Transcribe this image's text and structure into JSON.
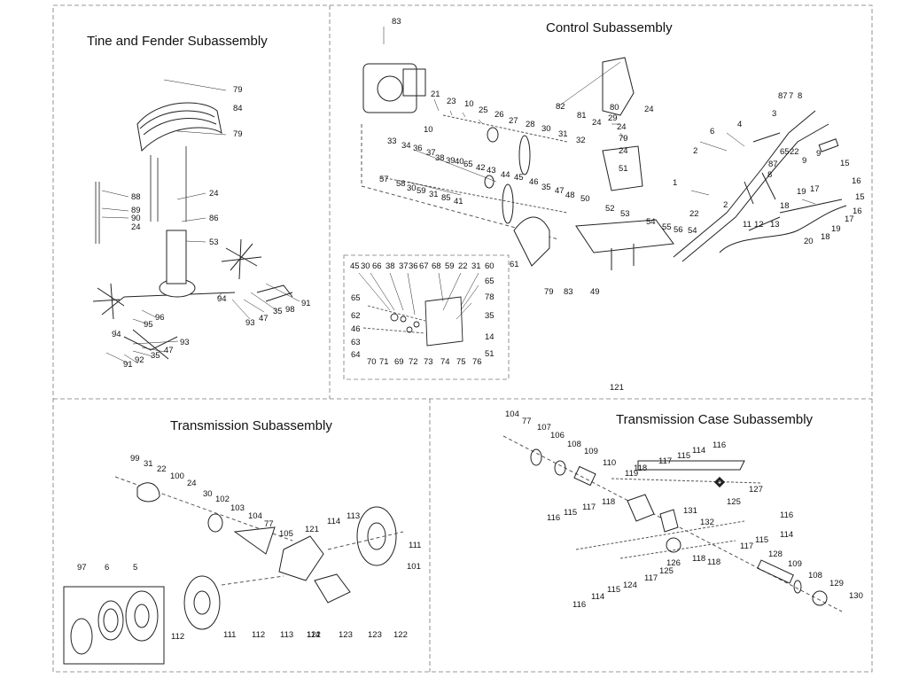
{
  "sections": {
    "tine_fender": {
      "title": "Tine and Fender Subassembly"
    },
    "control": {
      "title": "Control Subassembly"
    },
    "transmission": {
      "title": "Transmission Subassembly"
    },
    "transmission_case": {
      "title": "Transmission Case Subassembly"
    }
  },
  "overall_callout": "121",
  "callouts": {
    "tf": [
      "79",
      "84",
      "79",
      "88",
      "89",
      "90",
      "24",
      "24",
      "86",
      "53",
      "94",
      "91",
      "98",
      "35",
      "47",
      "93",
      "96",
      "95",
      "94",
      "93",
      "47",
      "35",
      "92",
      "91"
    ],
    "ctrl": [
      "83",
      "21",
      "23",
      "10",
      "25",
      "26",
      "27",
      "28",
      "30",
      "31",
      "32",
      "10",
      "33",
      "34",
      "36",
      "37",
      "38",
      "39",
      "40",
      "65",
      "42",
      "43",
      "44",
      "45",
      "46",
      "35",
      "47",
      "48",
      "50",
      "57",
      "58",
      "30",
      "59",
      "31",
      "85",
      "41",
      "82",
      "81",
      "24",
      "80",
      "29",
      "24",
      "79",
      "24",
      "24",
      "51",
      "52",
      "53",
      "61",
      "79",
      "83",
      "49",
      "87",
      "7",
      "8",
      "4",
      "3",
      "6",
      "65",
      "22",
      "9",
      "87",
      "8",
      "9",
      "15",
      "16",
      "15",
      "2",
      "1",
      "22",
      "19",
      "17",
      "18",
      "16",
      "17",
      "19",
      "18",
      "2",
      "11",
      "12",
      "13",
      "54",
      "55",
      "56",
      "54",
      "20"
    ],
    "inset": [
      "45",
      "30",
      "66",
      "38",
      "37",
      "36",
      "67",
      "68",
      "59",
      "22",
      "31",
      "60",
      "65",
      "65",
      "62",
      "46",
      "63",
      "64",
      "70",
      "71",
      "69",
      "72",
      "73",
      "74",
      "75",
      "76",
      "78",
      "35",
      "14",
      "51"
    ],
    "trans": [
      "99",
      "31",
      "22",
      "100",
      "24",
      "30",
      "102",
      "103",
      "104",
      "77",
      "105",
      "121",
      "114",
      "113",
      "111",
      "101",
      "97",
      "6",
      "5",
      "112",
      "111",
      "112",
      "113",
      "114",
      "122",
      "123",
      "123",
      "122"
    ],
    "case": [
      "104",
      "77",
      "107",
      "106",
      "108",
      "109",
      "110",
      "118",
      "119",
      "117",
      "115",
      "114",
      "116",
      "127",
      "125",
      "131",
      "132",
      "116",
      "115",
      "117",
      "118",
      "116",
      "114",
      "115",
      "117",
      "128",
      "118",
      "126",
      "118",
      "109",
      "108",
      "129",
      "130",
      "116",
      "114",
      "115",
      "124",
      "117",
      "125"
    ]
  },
  "colors": {
    "line": "#222222",
    "dash": "#666666",
    "bg": "#ffffff"
  }
}
